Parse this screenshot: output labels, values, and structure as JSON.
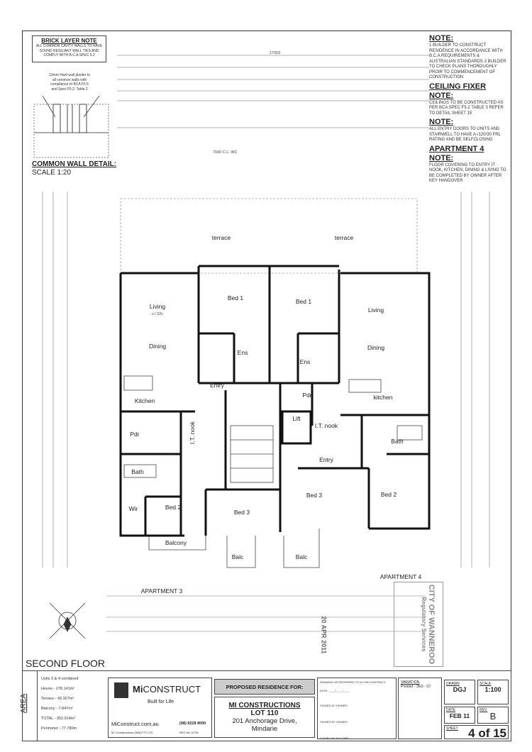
{
  "notes": {
    "brick": {
      "title": "BRICK LAYER NOTE",
      "text": "ALL COMMON CAVITY WALLS TO HAVE SOUND RESILIANT WALL TIES AND COMPLY WITH B.C.A SPEC 5.2"
    },
    "plaster": "13mm Hard wall plaster to all common walls with compliance to BCA F5.5 and Spec F5.2: Table 2",
    "wall_detail_title": "COMMON WALL DETAIL:",
    "wall_detail_scale": "SCALE 1:20",
    "note1": {
      "title": "NOTE:",
      "text": "1 BUILDER TO CONSTRUCT RESIDENCE IN ACCORDANCE WITH B.C.A REQUIREMENTS & AUSTRALIAN STANDARDS 2 BUILDER TO CHECK PLANS THOROUGHLY PROIR TO COMMENCEMENT OF CONSTRUCTION"
    },
    "ceiling": {
      "title": "CEILING FIXER NOTE:",
      "text": "CEILINGS TO BE CONSTRUCTED AS PER BCA SPEC F5.2 TABLE 3 REFER TO DETAIL SHEET 15"
    },
    "note2": {
      "title": "NOTE:",
      "text": "ALL ENTRY DOORS TO UNITS AND STAIRWELL TO HAVE A-/120/30 FRL RATING AND BE SELFCLOSING"
    },
    "apt4": {
      "title": "APARTMENT 4 NOTE:",
      "text": "FLOOR COVERING TO ENTRY IT NOOK, KITCHEN, DINING & LIVING TO BE COMPLETED BY OWNER AFTER KEY HANDOVER"
    }
  },
  "dims": {
    "overall": "17310",
    "wc": "7160 C.L. WC"
  },
  "rooms": {
    "terrace_l": "terrace",
    "terrace_r": "terrace",
    "living_l": "Living",
    "living_r": "Living",
    "dining_l": "Dining",
    "dining_r": "Dining",
    "kitchen_l": "Kitchen",
    "kitchen_r": "kitchen",
    "bed1_l": "Bed 1",
    "bed1_r": "Bed 1",
    "ens_l": "Ens",
    "ens_r": "Ens",
    "entry_l": "Entry",
    "entry_r": "Entry",
    "lift": "Lift",
    "nook_l": "I.T. nook",
    "nook_r": "I.T. nook",
    "pdr_l": "Pdr",
    "pdr_r": "Pdr",
    "bath_l": "Bath",
    "bath_r": "Bath",
    "wir": "Wir",
    "bed2_l": "Bed 2",
    "bed2_r": "Bed 2",
    "bed3_l": "Bed 3",
    "bed3_r": "Bed 3",
    "balcony": "Balcony",
    "balc_l": "Balc",
    "balc_r": "Balc",
    "ceiling": "c.l 32c",
    "apt3": "APARTMENT 3",
    "apt4": "APARTMENT 4"
  },
  "floor_title": "SECOND FLOOR",
  "area": {
    "label": "AREA",
    "lines": [
      "Units 3 & 4 combined:",
      "House - 278.141m²",
      "Terrace - 66.927m²",
      "Balcony - 7.847m²",
      "TOTAL - 352.914m²",
      "Perimeter - 77.780m"
    ]
  },
  "company": {
    "name_mi": "Mi",
    "name_rest": "CONSTRUCT",
    "tagline": "Built for Life",
    "web": "MiConstruct.com.au",
    "phone": "(08) 9228 8000",
    "legal": "M.I Constructions (WA) PTY LTD",
    "reg": "REG No 12791"
  },
  "project": {
    "heading": "PROPOSED RESIDENCE FOR:",
    "client": "MI CONSTRUCTIONS",
    "lot": "LOT 110",
    "address1": "201 Anchorage Drive,",
    "address2": "Mindarie"
  },
  "signoff": {
    "drawing": "DRAWING AS REFERRED TO IN THE CONTRACT",
    "date": "DATE: ____/____/____",
    "owner1": "SIGNED BY OWNER :",
    "owner2": "SIGNED BY OWNER :",
    "builder": "SIGNED BY BUILDER :"
  },
  "variation": {
    "label": "VARIATION",
    "value": "Prestart - 30/3 - ST"
  },
  "stamp": {
    "text": "CITY OF WANNEROO",
    "sub": "Regulatory Services",
    "date": "20 APR 2011"
  },
  "meta": {
    "drawn_label": "DRAWN",
    "drawn": "DGJ",
    "scale_label": "SCALE",
    "scale": "1:100",
    "date_label": "DATE",
    "date": "FEB 11",
    "rev_label": "REV.",
    "rev": "B",
    "sheet_label": "SHEET",
    "sheet": "4 of 15"
  }
}
